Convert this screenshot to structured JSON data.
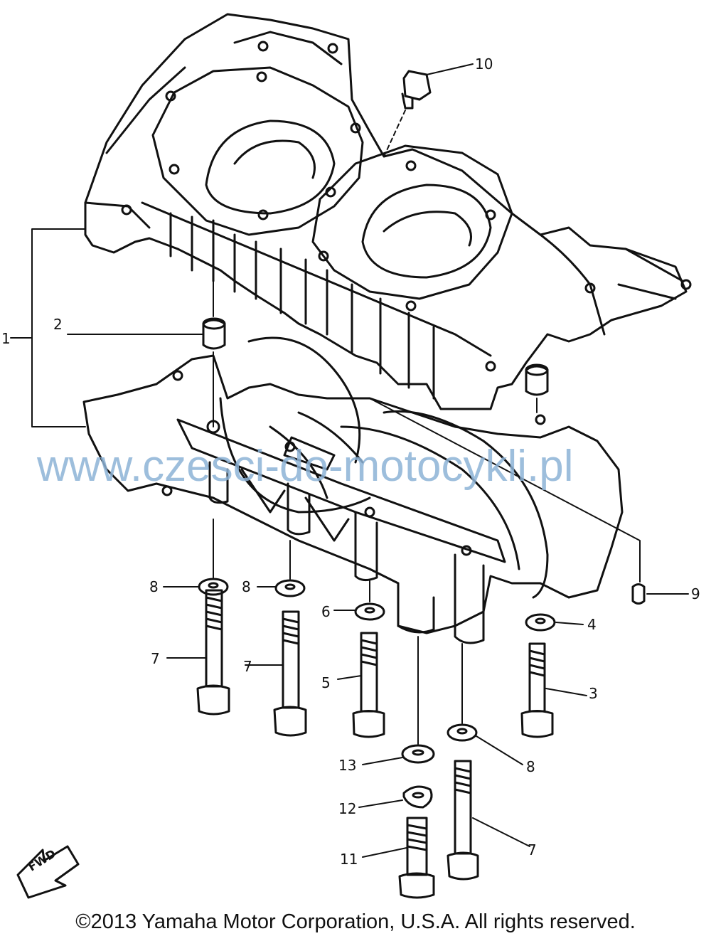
{
  "callouts": [
    {
      "id": "1",
      "label": "1"
    },
    {
      "id": "2",
      "label": "2"
    },
    {
      "id": "3",
      "label": "3"
    },
    {
      "id": "4",
      "label": "4"
    },
    {
      "id": "5",
      "label": "5"
    },
    {
      "id": "6",
      "label": "6"
    },
    {
      "id": "7a",
      "label": "7"
    },
    {
      "id": "7b",
      "label": "7"
    },
    {
      "id": "7c",
      "label": "7"
    },
    {
      "id": "8a",
      "label": "8"
    },
    {
      "id": "8b",
      "label": "8"
    },
    {
      "id": "8c",
      "label": "8"
    },
    {
      "id": "9",
      "label": "9"
    },
    {
      "id": "10",
      "label": "10"
    },
    {
      "id": "11",
      "label": "11"
    },
    {
      "id": "12",
      "label": "12"
    },
    {
      "id": "13",
      "label": "13"
    }
  ],
  "fwd_label": "FWD",
  "watermark": "www.czesci-do-motocykli.pl",
  "copyright": "©2013 Yamaha Motor Corporation, U.S.A. All rights reserved.",
  "colors": {
    "line": "#111111",
    "watermark": "#8db3d6",
    "background": "#ffffff"
  }
}
